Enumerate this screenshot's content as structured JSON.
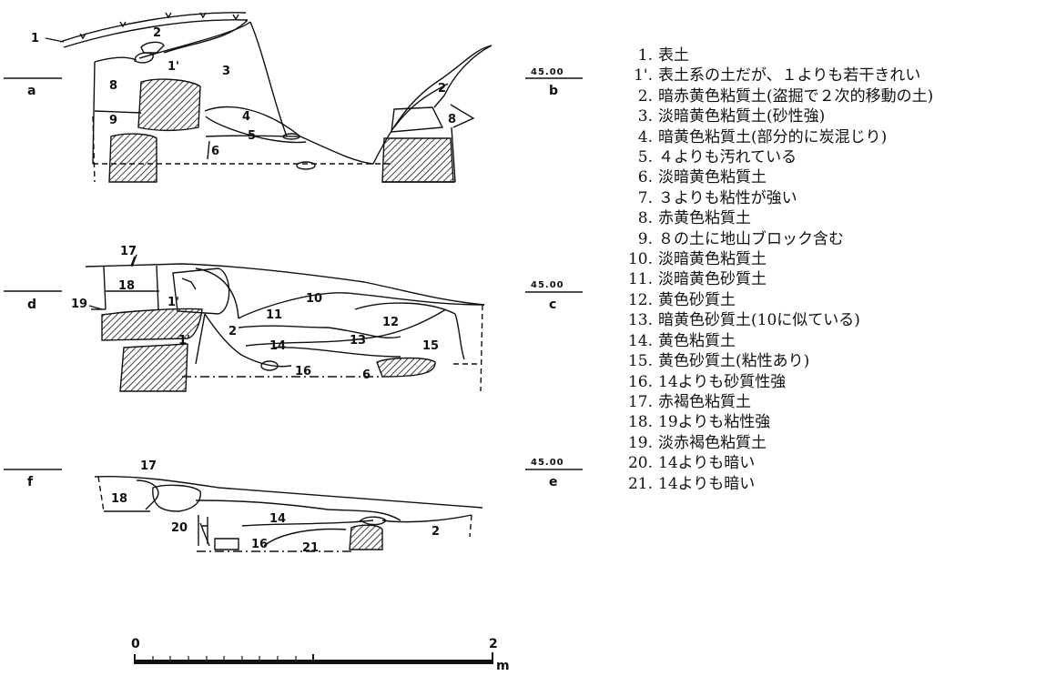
{
  "sections": [
    {
      "left_label": "a",
      "right_label": "b",
      "elevation": "45.00",
      "layer_labels": [
        "1",
        "2",
        "3",
        "1'",
        "8",
        "9",
        "4",
        "5",
        "6",
        "2",
        "8"
      ]
    },
    {
      "left_label": "d",
      "right_label": "c",
      "elevation": "45.00",
      "layer_labels": [
        "17",
        "18",
        "19",
        "1'",
        "10",
        "11",
        "12",
        "2",
        "1'",
        "14",
        "13",
        "15",
        "16",
        "6"
      ]
    },
    {
      "left_label": "f",
      "right_label": "e",
      "elevation": "45.00",
      "layer_labels": [
        "17",
        "18",
        "20",
        "14",
        "2",
        "16",
        "21"
      ]
    }
  ],
  "scale": {
    "start": "0",
    "end": "2",
    "unit": "m"
  },
  "legend": [
    {
      "num": "1.",
      "text": "表土"
    },
    {
      "num": "1'.",
      "text": "表土系の土だが、１よりも若干きれい"
    },
    {
      "num": "2.",
      "text": "暗赤黄色粘質土(盗掘で２次的移動の土)"
    },
    {
      "num": "3.",
      "text": "淡暗黄色粘質土(砂性強)"
    },
    {
      "num": "4.",
      "text": "暗黄色粘質土(部分的に炭混じり)"
    },
    {
      "num": "5.",
      "text": "４よりも汚れている"
    },
    {
      "num": "6.",
      "text": "淡暗黄色粘質土"
    },
    {
      "num": "7.",
      "text": "３よりも粘性が強い"
    },
    {
      "num": "8.",
      "text": "赤黄色粘質土"
    },
    {
      "num": "9.",
      "text": "８の土に地山ブロック含む"
    },
    {
      "num": "10.",
      "text": "淡暗黄色粘質土"
    },
    {
      "num": "11.",
      "text": "淡暗黄色砂質土"
    },
    {
      "num": "12.",
      "text": "黄色砂質土"
    },
    {
      "num": "13.",
      "text": "暗黄色砂質土(10に似ている)"
    },
    {
      "num": "14.",
      "text": "黄色粘質土"
    },
    {
      "num": "15.",
      "text": "黄色砂質土(粘性あり)"
    },
    {
      "num": "16.",
      "text": "14よりも砂質性強"
    },
    {
      "num": "17.",
      "text": "赤褐色粘質土"
    },
    {
      "num": "18.",
      "text": "19よりも粘性強"
    },
    {
      "num": "19.",
      "text": "淡赤褐色粘質土"
    },
    {
      "num": "20.",
      "text": "14よりも暗い"
    },
    {
      "num": "21.",
      "text": "14よりも暗い"
    }
  ]
}
